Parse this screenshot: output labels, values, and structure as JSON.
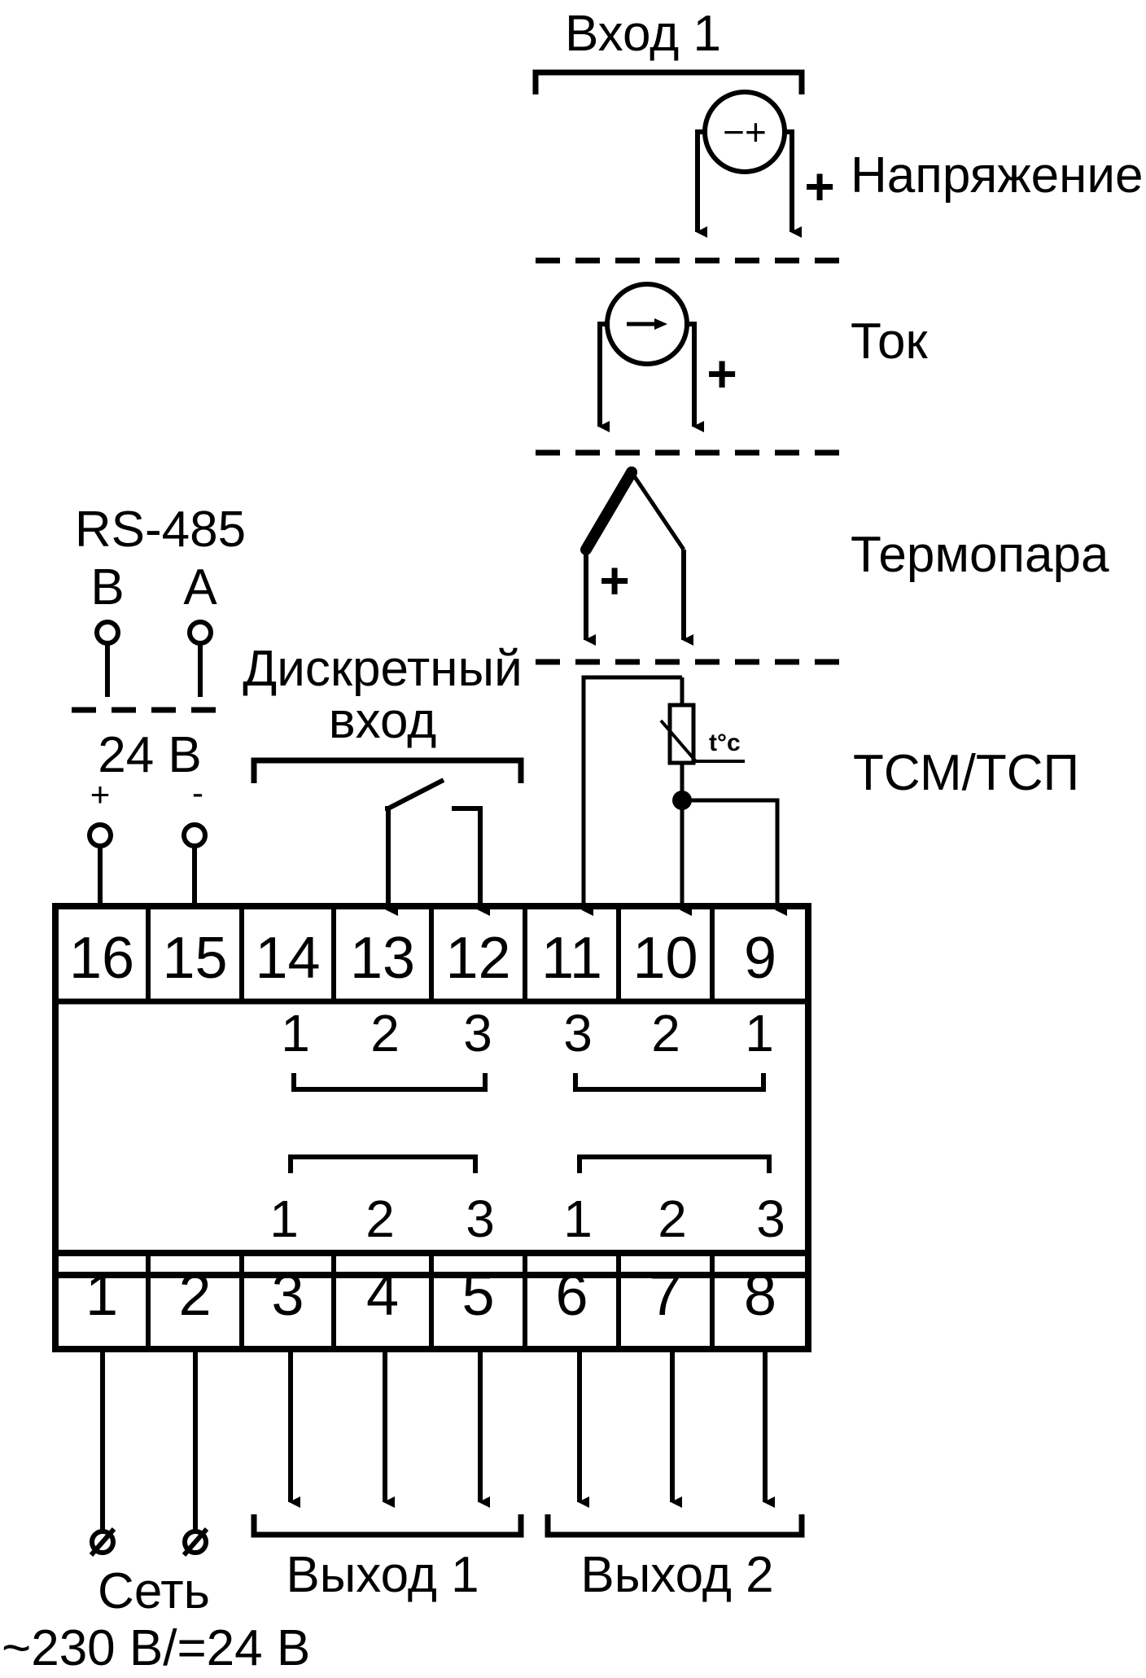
{
  "sections": {
    "input1": "Вход 1",
    "voltage": "Напряжение",
    "current": "Ток",
    "thermocouple": "Термопара",
    "rtd": "ТСМ/ТСП"
  },
  "rs485": {
    "title": "RS-485",
    "pin_b": "B",
    "pin_a": "A"
  },
  "power24": {
    "label": "24 В",
    "plus": "+",
    "minus": "-"
  },
  "discrete_input": {
    "line1": "Дискретный",
    "line2": "вход"
  },
  "polarity": {
    "plus": "+",
    "voltage_source": "−+",
    "rtd_temp": "t°c"
  },
  "terminals": {
    "top": [
      "16",
      "15",
      "14",
      "13",
      "12",
      "11",
      "10",
      "9"
    ],
    "bottom": [
      "1",
      "2",
      "3",
      "4",
      "5",
      "6",
      "7",
      "8"
    ]
  },
  "inner_numbers": {
    "upper_left": [
      "1",
      "2",
      "3"
    ],
    "upper_right": [
      "3",
      "2",
      "1"
    ],
    "lower_left": [
      "1",
      "2",
      "3"
    ],
    "lower_right": [
      "1",
      "2",
      "3"
    ]
  },
  "outputs": {
    "output1": "Выход 1",
    "output2": "Выход 2"
  },
  "mains": {
    "label": "Сеть",
    "rating": "~230 В/=24 В"
  }
}
